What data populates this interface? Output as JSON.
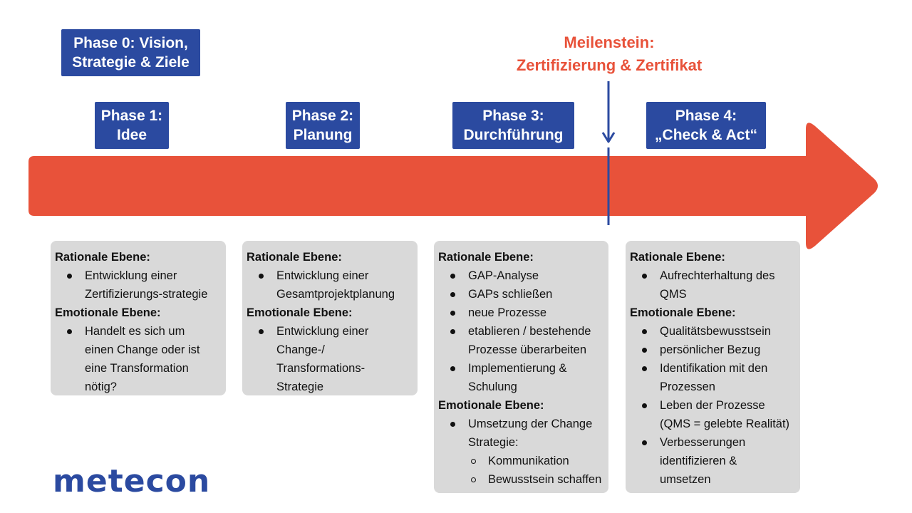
{
  "milestone": {
    "line1": "Meilenstein:",
    "line2": "Zertifizierung & Zertifikat"
  },
  "phases": [
    {
      "line1": "Phase 0: Vision,",
      "line2": "Strategie & Ziele"
    },
    {
      "line1": "Phase 1:",
      "line2": "Idee"
    },
    {
      "line1": "Phase 2:",
      "line2": "Planung"
    },
    {
      "line1": "Phase 3:",
      "line2": "Durchführung"
    },
    {
      "line1": "Phase 4:",
      "line2": "„Check & Act“"
    }
  ],
  "cards": [
    {
      "rational_heading": "Rationale Ebene:",
      "rational_items": [
        "Entwicklung einer Zertifizierungs-strategie"
      ],
      "emotional_heading": "Emotionale Ebene:",
      "emotional_items": [
        "Handelt es sich um einen Change oder ist eine Transformation nötig?"
      ]
    },
    {
      "rational_heading": "Rationale Ebene:",
      "rational_items": [
        "Entwicklung einer Gesamtprojektplanung"
      ],
      "emotional_heading": "Emotionale Ebene:",
      "emotional_items": [
        "Entwicklung einer Change-/ Transformations-Strategie"
      ]
    },
    {
      "rational_heading": "Rationale Ebene:",
      "rational_items": [
        "GAP-Analyse",
        "GAPs schließen",
        "neue Prozesse",
        "etablieren / bestehende Prozesse überarbeiten",
        "Implementierung & Schulung"
      ],
      "emotional_heading": "Emotionale Ebene:",
      "emotional_items": [
        "Umsetzung der Change Strategie:"
      ],
      "emotional_subitems": [
        "Kommunikation",
        "Bewusstsein schaffen"
      ]
    },
    {
      "rational_heading": "Rationale Ebene:",
      "rational_items": [
        "Aufrechterhaltung des QMS"
      ],
      "emotional_heading": "Emotionale Ebene:",
      "emotional_items": [
        "Qualitätsbewusstsein",
        "persönlicher Bezug",
        "Identifikation mit den Prozessen",
        "Leben der Prozesse (QMS = gelebte Realität)",
        "Verbesserungen identifizieren & umsetzen"
      ]
    }
  ],
  "logo": {
    "text": "metecon"
  },
  "colors": {
    "arrow": "#e8523a",
    "phase_label_bg": "#2b4aa0",
    "milestone_line": "#2b4aa0",
    "card_bg": "#d9d9d9"
  }
}
